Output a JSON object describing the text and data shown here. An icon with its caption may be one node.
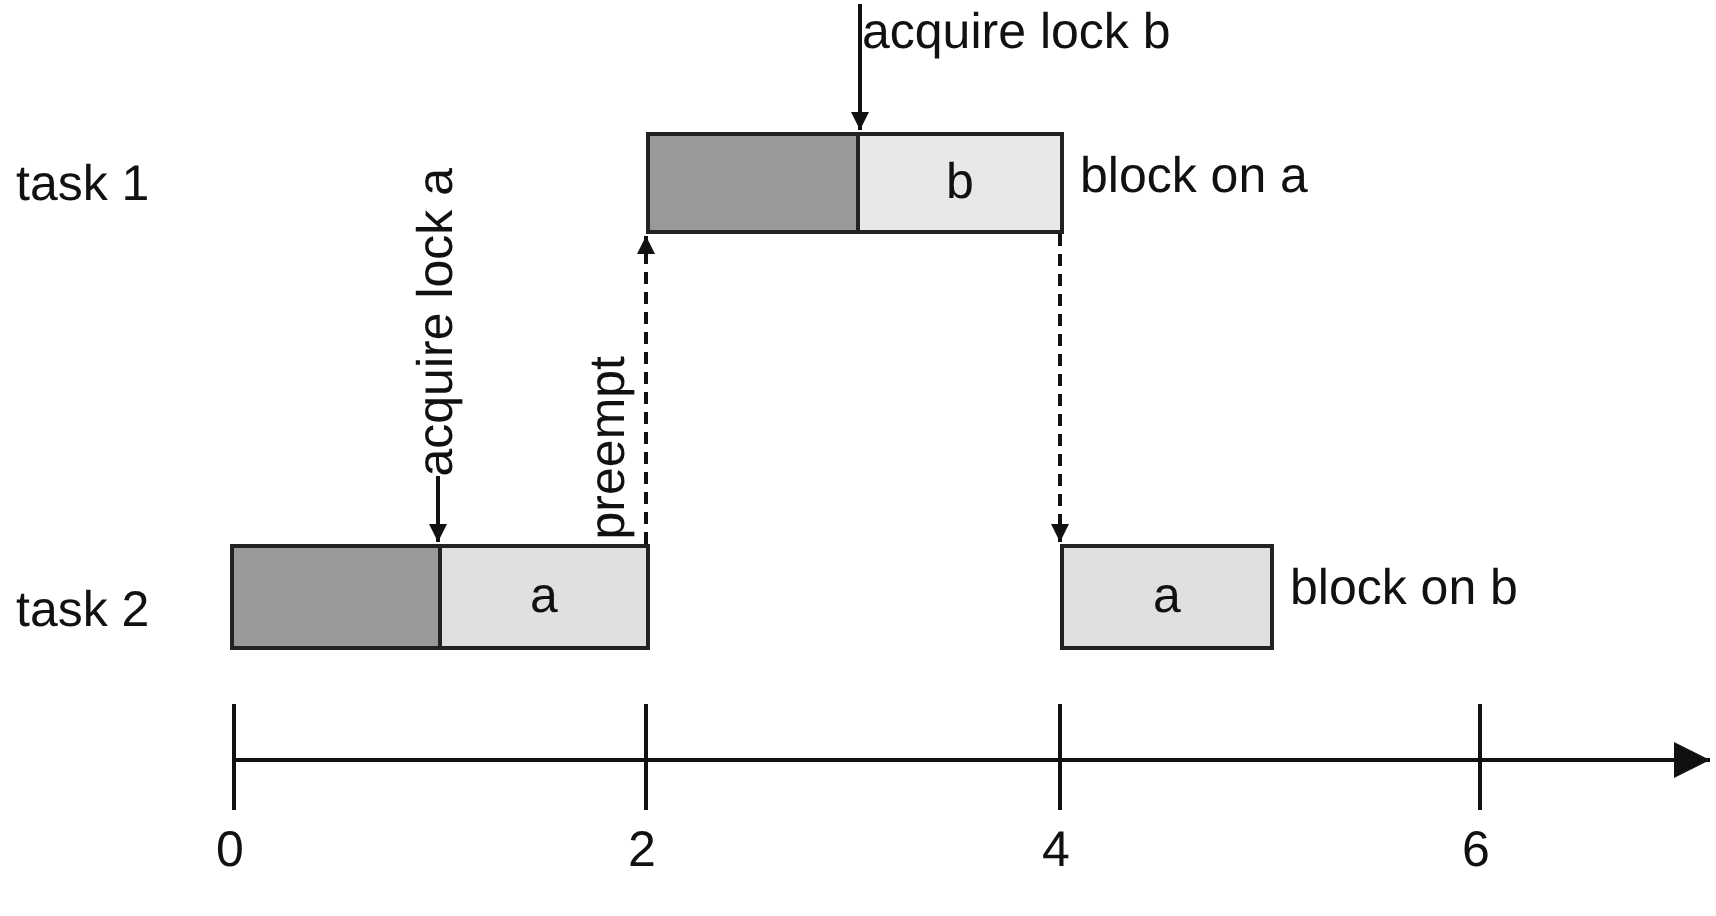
{
  "diagram": {
    "nodes": [
      {
        "text": [
          "acquire lock b"
        ]
      },
      {
        "text": [],
        "shape": "box"
      },
      {
        "text": [
          "b"
        ],
        "beside": [
          "block on a"
        ]
      },
      {
        "text": [
          "acquire lock a"
        ]
      },
      {
        "text": [],
        "shape": "box"
      },
      {
        "text": [
          "a"
        ]
      },
      {
        "text": [
          "a"
        ],
        "beside": [
          "block on b"
        ]
      }
    ],
    "edges": [
      {
        "from": 0,
        "to": 2,
        "arrow": "to"
      },
      {
        "from": 3,
        "to": 5,
        "arrow": "to"
      },
      {
        "from": 5,
        "to": 1,
        "arrow": "to",
        "style": "dashed",
        "label": "preempt"
      },
      {
        "from": 2,
        "to": 6,
        "arrow": "to",
        "style": "dashed"
      }
    ],
    "labels": [
      "task 1",
      "task 2",
      "0",
      "2",
      "4",
      "6"
    ]
  }
}
